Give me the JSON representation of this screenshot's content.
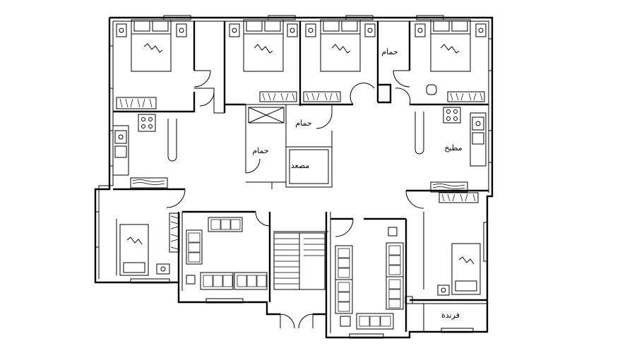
{
  "colors": {
    "background": "#ffffff",
    "line": "#000000"
  },
  "labels": {
    "bathroom_1": "حمام",
    "bathroom_2": "حمام",
    "bathroom_3": "حمام",
    "kitchen": "مطبخ",
    "elevator": "مصعد",
    "veranda": "فرندة"
  }
}
